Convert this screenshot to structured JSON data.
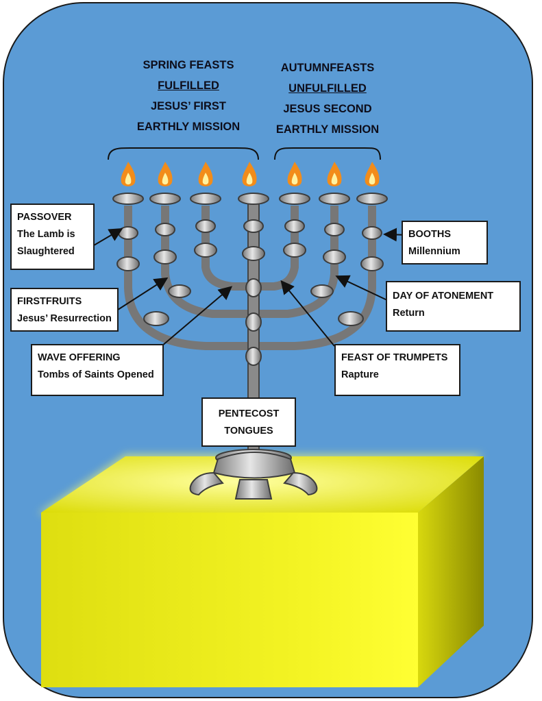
{
  "headings": {
    "spring": {
      "line1": "SPRING FEASTS",
      "line2": "FULFILLED",
      "line3": "JESUS’ FIRST",
      "line4": "EARTHLY MISSION"
    },
    "autumn": {
      "line1": "AUTUMNFEASTS",
      "line2": "UNFULFILLED",
      "line3": "JESUS SECOND",
      "line4": "EARTHLY MISSION"
    }
  },
  "labels": {
    "passover": {
      "title": "PASSOVER",
      "line2": "The Lamb is",
      "line3": "Slaughtered"
    },
    "firstfruits": {
      "title": "FIRSTFRUITS",
      "line2": "Jesus’ Resurrection"
    },
    "wave": {
      "title": "WAVE OFFERING",
      "line2": "Tombs of Saints Opened"
    },
    "pentecost": {
      "title": "PENTECOST",
      "line2": "TONGUES"
    },
    "booths": {
      "title": "BOOTHS",
      "line2": "Millennium"
    },
    "atonement": {
      "title": "DAY OF ATONEMENT",
      "line2": "Return"
    },
    "trumpets": {
      "title": "FEAST OF TRUMPETS",
      "line2": "Rapture"
    }
  },
  "colors": {
    "background": "#5b9bd5",
    "altar": "#f2f21a",
    "menorah": "#b8b8b8",
    "flame": "#f28c1a"
  },
  "icons": [
    "menorah-icon",
    "flame-icon",
    "altar-icon"
  ]
}
